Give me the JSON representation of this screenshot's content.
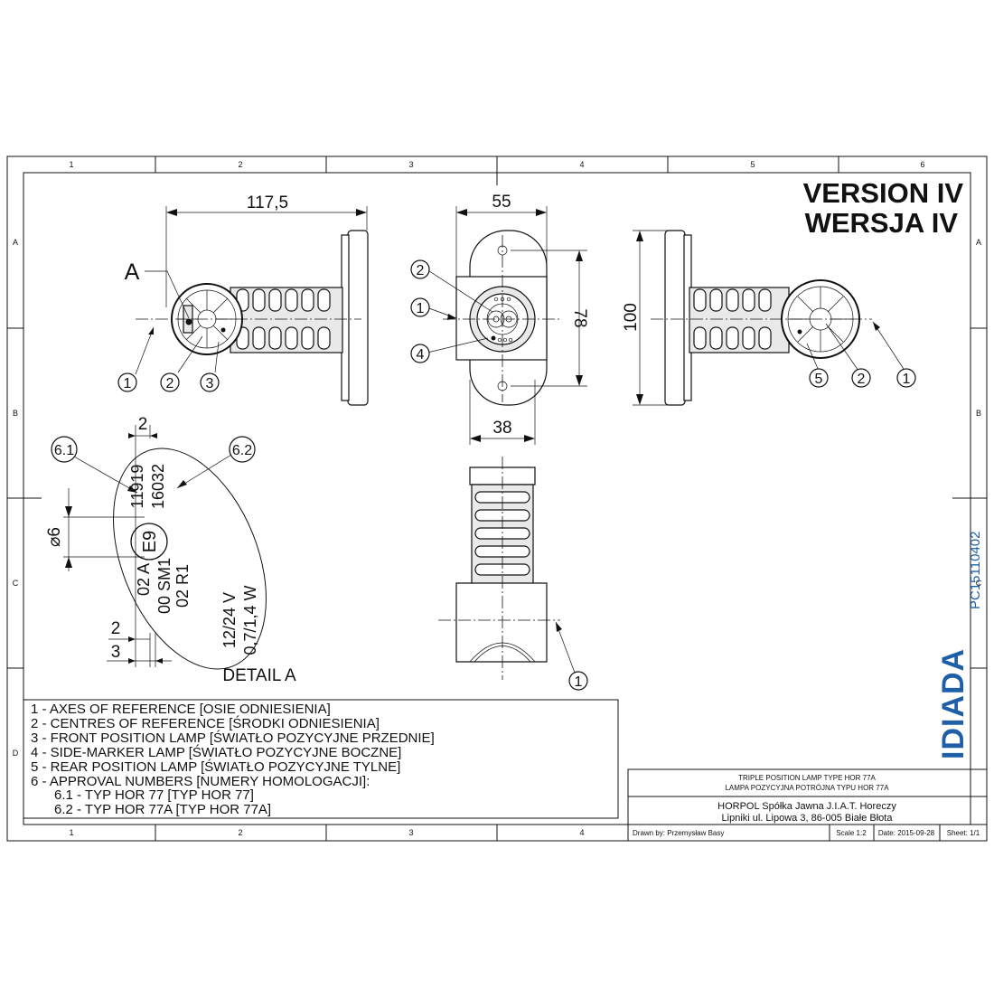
{
  "version": {
    "line1": "VERSION IV",
    "line2": "WERSJA IV"
  },
  "frame": {
    "columns": [
      "1",
      "2",
      "3",
      "4",
      "5",
      "6"
    ],
    "rows": [
      "A",
      "B",
      "C",
      "D"
    ]
  },
  "dimensions": {
    "side_width": "117,5",
    "front_width": "55",
    "front_height": "78",
    "front_base_width": "38",
    "rear_height": "100",
    "detail_two_top": "2",
    "detail_diameter": "⌀6",
    "detail_two_bottom": "2",
    "detail_three": "3"
  },
  "callouts": {
    "a": "A",
    "n1": "1",
    "n2": "2",
    "n3": "3",
    "n4": "4",
    "n5": "5",
    "n61": "6.1",
    "n62": "6.2"
  },
  "detail": {
    "title": "DETAIL A",
    "e_mark": "E9",
    "num1": "11919",
    "num2": "16032",
    "code1": "02 A",
    "code2": "00 SM1",
    "code3": "02 R1",
    "volt": "12/24 V",
    "watt": "0,7/1,4 W"
  },
  "legend": [
    "1 - AXES OF REFERENCE [OSIE ODNIESIENIA]",
    "2 - CENTRES OF REFERENCE [ŚRODKI ODNIESIENIA]",
    "3 - FRONT POSITION LAMP [ŚWIATŁO POZYCYJNE PRZEDNIE]",
    "4 - SIDE-MARKER LAMP [ŚWIATŁO POZYCYJNE BOCZNE]",
    "5 - REAR POSITION LAMP [ŚWIATŁO POZYCYJNE TYLNE]",
    "6 - APPROVAL NUMBERS [NUMERY HOMOLOGACJI]:",
    "6.1 - TYP HOR 77 [TYP HOR 77]",
    "6.2 - TYP HOR 77A [TYP HOR 77A]"
  ],
  "brand": {
    "code": "PC15110402",
    "logo": "IDIADA"
  },
  "title_block": {
    "title_en": "TRIPLE POSITION LAMP TYPE HOR 77A",
    "title_pl": "LAMPA POZYCYJNA POTRÓJNA TYPU HOR 77A",
    "company": "HORPOL Spółka Jawna   J.I.A.T. Horeczy",
    "address": "Lipniki ul. Lipowa 3, 86-005 Białe Błota",
    "drawn_by": "Drawn by:  Przemysław Basy",
    "scale": "Scale  1:2",
    "date": "Date: 2015-09-28",
    "sheet": "Sheet: 1/1"
  }
}
